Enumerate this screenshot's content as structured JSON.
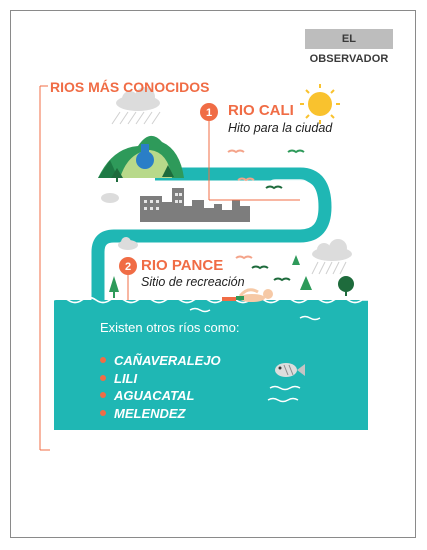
{
  "brand": "EL OBSERVADOR",
  "title": "RIOS MÁS CONOCIDOS",
  "rivers": [
    {
      "number": "1",
      "name": "RIO CALI",
      "description": "Hito para la ciudad"
    },
    {
      "number": "2",
      "name": "RIO PANCE",
      "description": "Sitio de recreación"
    }
  ],
  "others": {
    "intro": "Existen otros ríos como:",
    "items": [
      "CAÑAVERALEJO",
      "LILI",
      "AGUACATAL",
      "MELENDEZ"
    ]
  },
  "colors": {
    "accent": "#f06c45",
    "river": "#1fb7b4",
    "forest": "#2e9a5a",
    "sun": "#f9c22e",
    "city": "#7d7d7d",
    "cloud": "#dcdcdc"
  },
  "icons": [
    "sun-icon",
    "cloud-icon",
    "rain-icon",
    "mountain-icon",
    "tree-icon",
    "building-icon",
    "bird-icon",
    "swimmer-icon",
    "fish-icon",
    "wave-icon"
  ]
}
